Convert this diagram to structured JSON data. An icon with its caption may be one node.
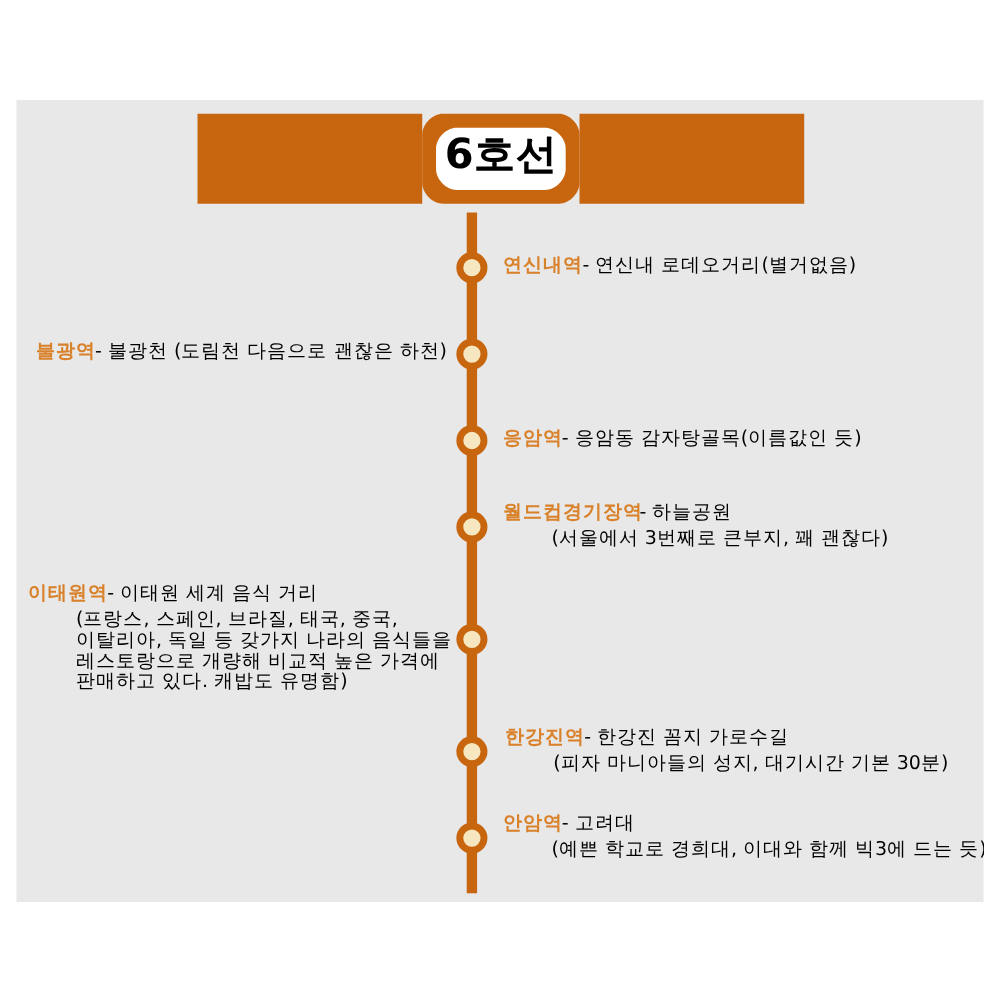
{
  "diagram": {
    "title": "6호선",
    "nodes": [
      {
        "text": [],
        "shape": "circle",
        "beside": [
          "연신내역",
          "- 연신내 로데오거리(별거없음)"
        ]
      },
      {
        "text": [],
        "shape": "circle",
        "beside": [
          "불광역",
          "- 불광천 (도림천 다음으로 괜찮은 하천)"
        ]
      },
      {
        "text": [],
        "shape": "circle",
        "beside": [
          "응암역",
          "- 응암동 감자탕골목(이름값인 듯)"
        ]
      },
      {
        "text": [],
        "shape": "circle",
        "beside": [
          "월드컵경기장역",
          "- 하늘공원",
          "(서울에서 3번째로 큰부지, 꽤 괜찮다)"
        ]
      },
      {
        "text": [],
        "shape": "circle",
        "beside": [
          "이태원역",
          "- 이태원 세계 음식 거리",
          "(프랑스, 스페인, 브라질, 태국, 중국, 이탈리아, 독일 등 갖가지 나라의 음식들을 레스토랑으로 개량해 비교적 높은 가격에 판매하고 있다. 캐밥도 유명함)"
        ]
      },
      {
        "text": [],
        "shape": "circle",
        "beside": [
          "한강진역",
          "- 한강진 꼼지 가로수길",
          "(피자 마니아들의 성지, 대기시간 기본 30분)"
        ]
      },
      {
        "text": [],
        "shape": "circle",
        "beside": [
          "안암역",
          "- 고려대",
          "(예쁜 학교로 경희대, 이대와 함께 빅3에 드는 듯)"
        ]
      }
    ],
    "edges": [
      {
        "from": null,
        "to": 0,
        "arrow": "none"
      },
      {
        "from": 0,
        "to": 1,
        "arrow": "none"
      },
      {
        "from": 1,
        "to": 2,
        "arrow": "none"
      },
      {
        "from": 2,
        "to": 3,
        "arrow": "none"
      },
      {
        "from": 3,
        "to": 4,
        "arrow": "none"
      },
      {
        "from": 4,
        "to": 5,
        "arrow": "none"
      },
      {
        "from": 5,
        "to": 6,
        "arrow": "none"
      },
      {
        "from": 6,
        "to": null,
        "arrow": "none"
      }
    ]
  }
}
